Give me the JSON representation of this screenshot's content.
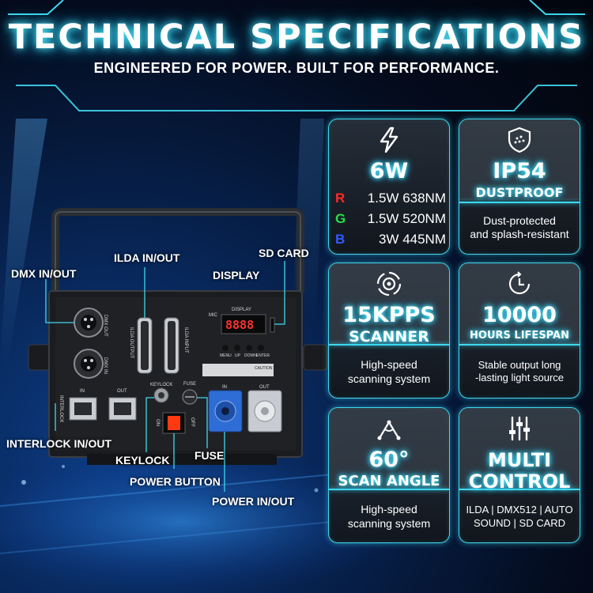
{
  "header": {
    "title": "TECHNICAL SPECIFICATIONS",
    "subtitle": "ENGINEERED FOR POWER. BUILT FOR PERFORMANCE."
  },
  "callouts": {
    "dmx": "DMX IN/OUT",
    "ilda": "ILDA IN/OUT",
    "sd_card": "SD CARD",
    "display": "DISPLAY",
    "interlock": "INTERLOCK IN/OUT",
    "keylock": "KEYLOCK",
    "fuse": "FUSE",
    "power_button": "POWER BUTTON",
    "power_io": "POWER IN/OUT"
  },
  "panel_labels": {
    "dmx_out": "DMX OUT",
    "dmx_in": "DMX IN",
    "ilda_output": "ILDA OUTPUT",
    "ilda_input": "ILDA INPUT",
    "mic": "MIC",
    "display": "DISPLAY",
    "buttons": [
      "MENU",
      "UP",
      "DOWN",
      "ENTER"
    ],
    "interlock": "INTERLOCK",
    "in": "IN",
    "out": "OUT",
    "keylock": "KEYLOCK",
    "fuse": "FUSE",
    "on": "ON",
    "off": "OFF",
    "caution": "CAUTION"
  },
  "cards": {
    "power": {
      "icon": "lightning-icon",
      "title": "6W",
      "specs": [
        {
          "letter": "R",
          "value": "1.5W 638NM",
          "color": "#ff2a2a"
        },
        {
          "letter": "G",
          "value": "1.5W 520NM",
          "color": "#22e04a"
        },
        {
          "letter": "B",
          "value": "3W 445NM",
          "color": "#2f5bff"
        }
      ]
    },
    "ip": {
      "icon": "shield-icon",
      "title": "IP54",
      "subtitle": "DUSTPROOF",
      "desc_lines": [
        "Dust-protected",
        "and splash-resistant"
      ]
    },
    "scanner": {
      "icon": "scan-circle-icon",
      "title": "15KPPS",
      "subtitle": "SCANNER",
      "desc_lines": [
        "High-speed",
        "scanning system"
      ]
    },
    "lifespan": {
      "icon": "clock-icon",
      "title": "10000",
      "subtitle": "HOURS LIFESPAN",
      "desc_lines": [
        "Stable output long",
        "-lasting light source"
      ]
    },
    "angle": {
      "icon": "angle-icon",
      "title": "60°",
      "subtitle": "SCAN ANGLE",
      "desc_lines": [
        "High-speed",
        "scanning system"
      ]
    },
    "control": {
      "icon": "sliders-icon",
      "title": "MULTI",
      "subtitle": "CONTROL",
      "desc_lines": [
        "ILDA | DMX512 | AUTO",
        "SOUND | SD CARD"
      ]
    }
  },
  "colors": {
    "accent": "#3fd8ee",
    "background": "#040b1c"
  }
}
